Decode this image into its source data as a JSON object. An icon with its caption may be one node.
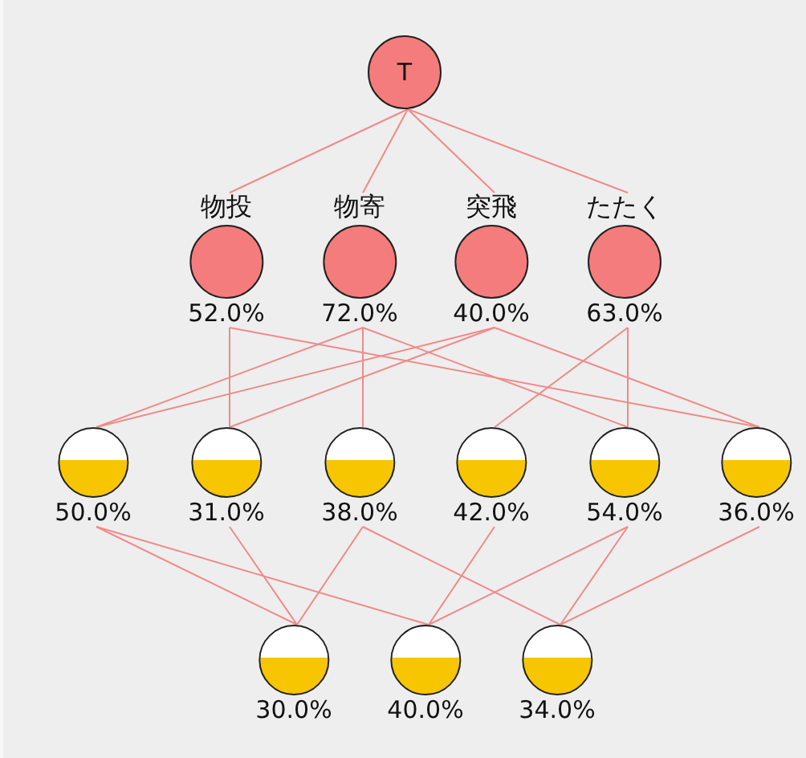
{
  "diagram": {
    "nodes": [
      {
        "text": [
          "T"
        ]
      },
      {
        "text": [
          "物投"
        ],
        "beside": [
          "52.0%"
        ]
      },
      {
        "text": [
          "物寄"
        ],
        "beside": [
          "72.0%"
        ]
      },
      {
        "text": [
          "突飛"
        ],
        "beside": [
          "40.0%"
        ]
      },
      {
        "text": [
          "たたく"
        ],
        "beside": [
          "63.0%"
        ]
      },
      {
        "text": [],
        "shape": "circle",
        "beside": [
          "50.0%"
        ]
      },
      {
        "text": [],
        "shape": "circle",
        "beside": [
          "31.0%"
        ]
      },
      {
        "text": [],
        "shape": "circle",
        "beside": [
          "38.0%"
        ]
      },
      {
        "text": [],
        "shape": "circle",
        "beside": [
          "42.0%"
        ]
      },
      {
        "text": [],
        "shape": "circle",
        "beside": [
          "54.0%"
        ]
      },
      {
        "text": [],
        "shape": "circle",
        "beside": [
          "36.0%"
        ]
      },
      {
        "text": [],
        "shape": "circle",
        "beside": [
          "30.0%"
        ]
      },
      {
        "text": [],
        "shape": "circle",
        "beside": [
          "40.0%"
        ]
      },
      {
        "text": [],
        "shape": "circle",
        "beside": [
          "34.0%"
        ]
      }
    ],
    "edges": [
      {
        "from": 0,
        "to": 1,
        "arrow": "none"
      },
      {
        "from": 0,
        "to": 2,
        "arrow": "none"
      },
      {
        "from": 0,
        "to": 3,
        "arrow": "none"
      },
      {
        "from": 0,
        "to": 4,
        "arrow": "none"
      },
      {
        "from": 1,
        "to": 6,
        "arrow": "none"
      },
      {
        "from": 1,
        "to": 10,
        "arrow": "none"
      },
      {
        "from": 2,
        "to": 5,
        "arrow": "none"
      },
      {
        "from": 2,
        "to": 7,
        "arrow": "none"
      },
      {
        "from": 2,
        "to": 9,
        "arrow": "none"
      },
      {
        "from": 3,
        "to": 5,
        "arrow": "none"
      },
      {
        "from": 3,
        "to": 6,
        "arrow": "none"
      },
      {
        "from": 3,
        "to": 10,
        "arrow": "none"
      },
      {
        "from": 4,
        "to": 8,
        "arrow": "none"
      },
      {
        "from": 4,
        "to": 9,
        "arrow": "none"
      },
      {
        "from": 5,
        "to": 11,
        "arrow": "none"
      },
      {
        "from": 5,
        "to": 12,
        "arrow": "none"
      },
      {
        "from": 6,
        "to": 11,
        "arrow": "none"
      },
      {
        "from": 7,
        "to": 11,
        "arrow": "none"
      },
      {
        "from": 7,
        "to": 13,
        "arrow": "none"
      },
      {
        "from": 8,
        "to": 12,
        "arrow": "none"
      },
      {
        "from": 9,
        "to": 12,
        "arrow": "none"
      },
      {
        "from": 9,
        "to": 13,
        "arrow": "none"
      },
      {
        "from": 10,
        "to": 13,
        "arrow": "none"
      }
    ]
  }
}
